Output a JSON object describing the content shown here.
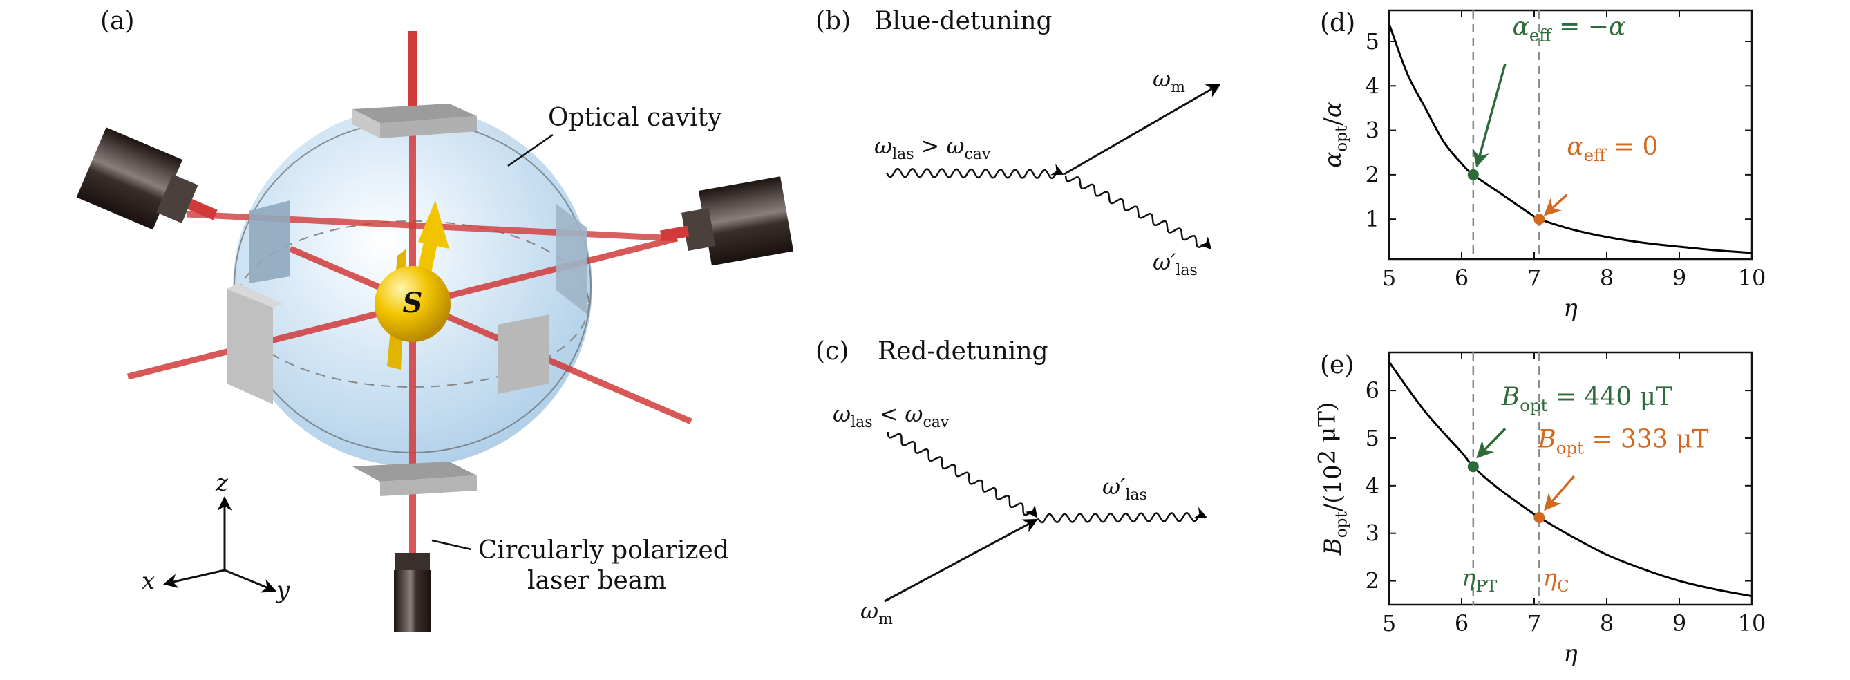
{
  "panels": {
    "a": {
      "label": "(a)",
      "cavity_label": "Optical cavity",
      "beam_label_line1": "Circularly polarized",
      "beam_label_line2": "laser beam",
      "spin_symbol": "S",
      "axis_z": "z",
      "axis_x": "x",
      "axis_y": "y"
    },
    "b": {
      "label": "(b)",
      "title": "Blue-detuning",
      "in_text": "ω",
      "in_sub": "las",
      "relation": ">",
      "in_text2": "ω",
      "in_sub2": "cav",
      "out_m": "ω",
      "out_m_sub": "m",
      "out_las": "ω′",
      "out_las_sub": "las"
    },
    "c": {
      "label": "(c)",
      "title": "Red-detuning",
      "in_text": "ω",
      "in_sub": "las",
      "relation": "<",
      "in_text2": "ω",
      "in_sub2": "cav",
      "out_las": "ω′",
      "out_las_sub": "las",
      "in_m": "ω",
      "in_m_sub": "m"
    }
  },
  "colors": {
    "green": "#2e6b3a",
    "orange": "#d2691e",
    "curve": "#000000",
    "laser": "#d23a3a",
    "sphere": "#bcd8ee",
    "yellow": "#f2c400"
  },
  "chart_data": [
    {
      "type": "line",
      "panel_label": "(d)",
      "xlabel": "η",
      "ylabel": "α_opt/α",
      "xlim": [
        5,
        10
      ],
      "ylim": [
        0.1,
        5.7
      ],
      "xticks": [
        5,
        6,
        7,
        8,
        9,
        10
      ],
      "yticks": [
        1,
        2,
        3,
        4,
        5
      ],
      "x": [
        5.0,
        5.25,
        5.5,
        5.75,
        6.0,
        6.16,
        6.5,
        7.0,
        7.07,
        7.5,
        8.0,
        8.5,
        9.0,
        9.5,
        10.0
      ],
      "y": [
        5.4,
        4.28,
        3.5,
        2.75,
        2.25,
        2.0,
        1.62,
        1.06,
        1.0,
        0.78,
        0.6,
        0.47,
        0.38,
        0.3,
        0.24
      ],
      "vlines": [
        6.16,
        7.07
      ],
      "points": [
        {
          "x": 6.16,
          "y": 2.0,
          "label": "α_eff = −α",
          "color": "#2e6b3a"
        },
        {
          "x": 7.07,
          "y": 1.0,
          "label": "α_eff = 0",
          "color": "#d2691e"
        }
      ]
    },
    {
      "type": "line",
      "panel_label": "(e)",
      "xlabel": "η",
      "ylabel": "B_opt/(10² μT)",
      "xlim": [
        5,
        10
      ],
      "ylim": [
        1.5,
        6.8
      ],
      "xticks": [
        5,
        6,
        7,
        8,
        9,
        10
      ],
      "yticks": [
        2,
        3,
        4,
        5,
        6
      ],
      "x": [
        5.0,
        5.5,
        6.0,
        6.16,
        6.5,
        7.0,
        7.07,
        7.5,
        8.0,
        8.5,
        9.0,
        9.5,
        10.0
      ],
      "y": [
        6.6,
        5.55,
        4.7,
        4.4,
        3.95,
        3.4,
        3.33,
        2.95,
        2.55,
        2.25,
        2.0,
        1.82,
        1.68
      ],
      "vlines": [
        6.16,
        7.07
      ],
      "vline_labels": [
        "η_PT",
        "η_C"
      ],
      "points": [
        {
          "x": 6.16,
          "y": 4.4,
          "label": "B_opt = 440 μT",
          "color": "#2e6b3a"
        },
        {
          "x": 7.07,
          "y": 3.33,
          "label": "B_opt = 333 μT",
          "color": "#d2691e"
        }
      ]
    }
  ]
}
